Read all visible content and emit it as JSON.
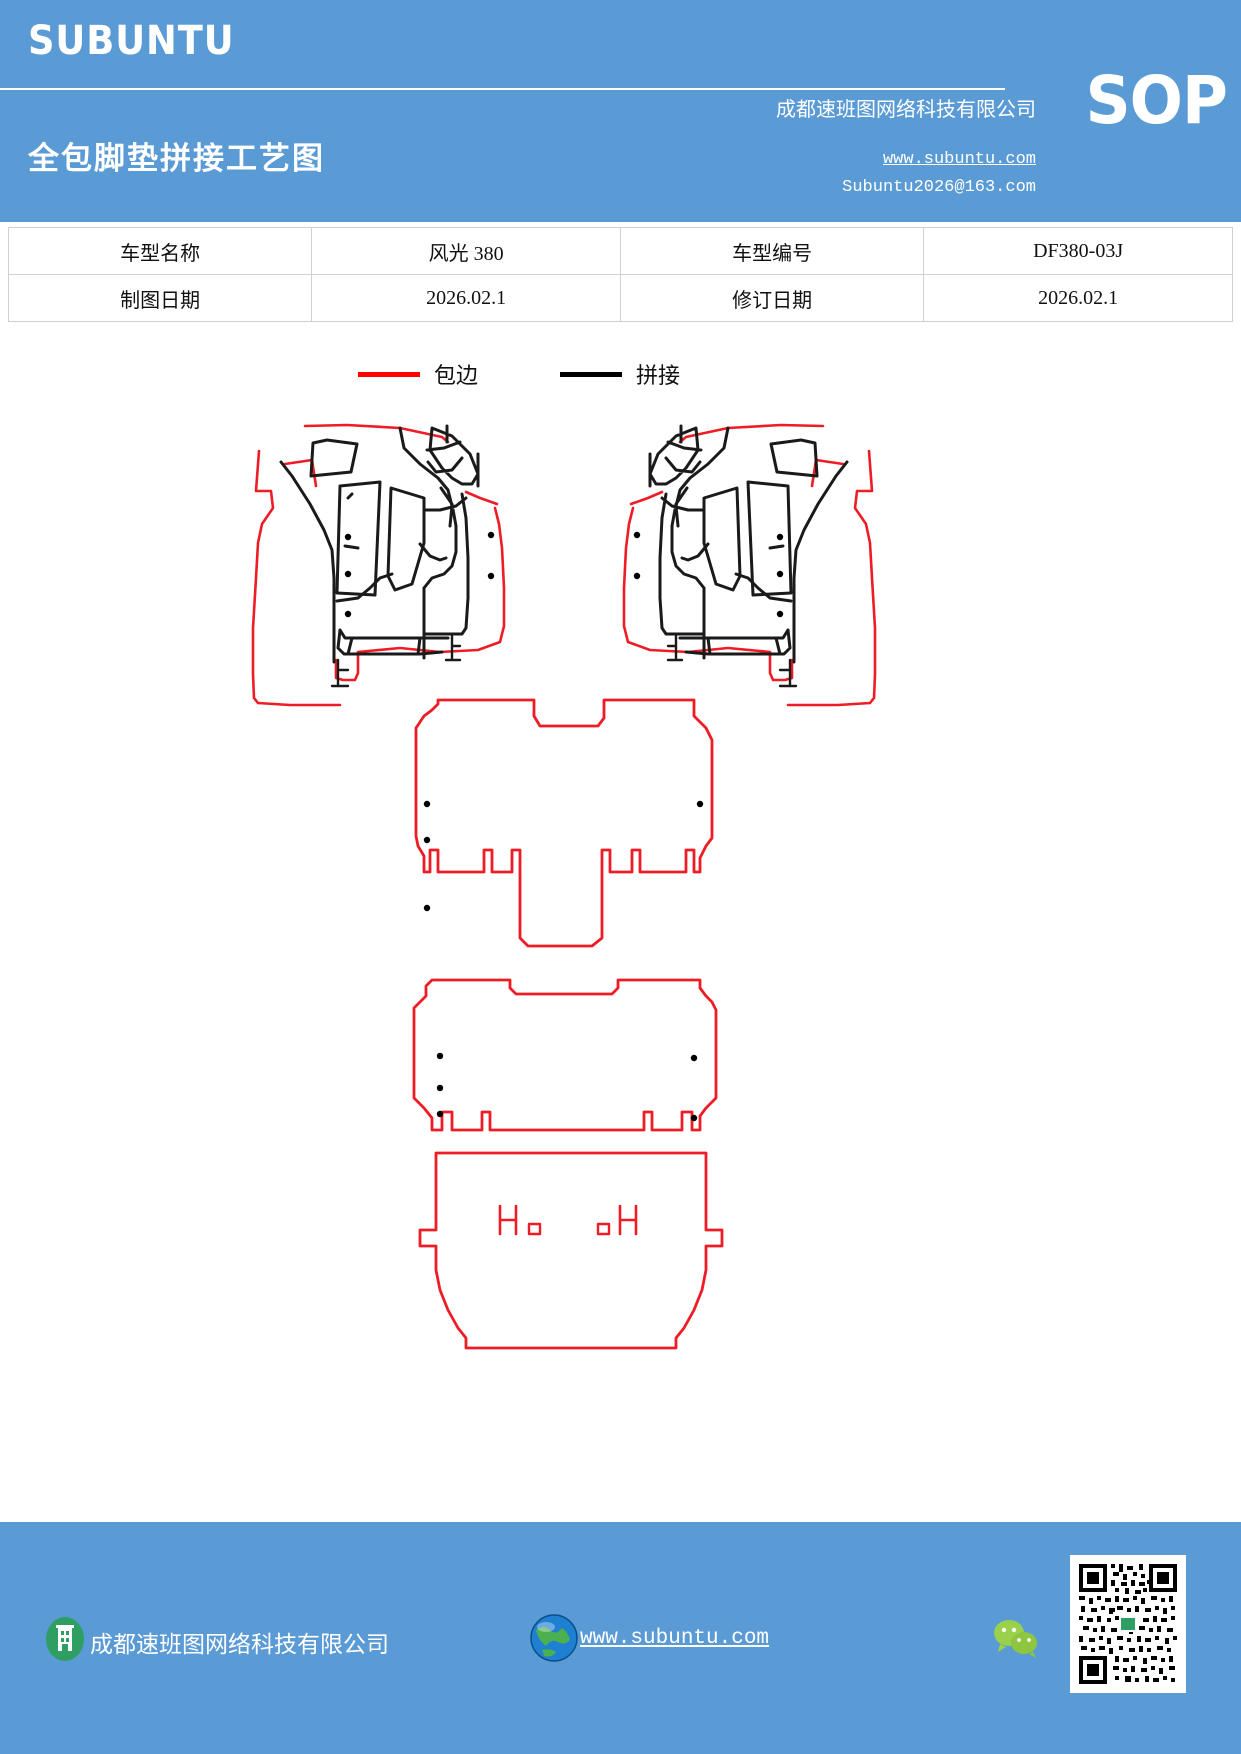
{
  "header": {
    "brand": "SUBUNTU",
    "doc_title": "全包脚垫拼接工艺图",
    "badge": "SOP",
    "company": "成都速班图网络科技有限公司",
    "website": "www.subuntu.com",
    "email": "Subuntu2026@163.com",
    "bg_color": "#5b9bd5"
  },
  "info_table": {
    "rows": [
      {
        "label1": "车型名称",
        "value1": "风光 380",
        "label2": "车型编号",
        "value2": "DF380-03J"
      },
      {
        "label1": "制图日期",
        "value1": "2026.02.1",
        "label2": "修订日期",
        "value2": "2026.02.1"
      }
    ]
  },
  "legend": {
    "items": [
      {
        "label": "包边",
        "color": "#ff0000",
        "icon": "red-line-swatch"
      },
      {
        "label": "拼接",
        "color": "#000000",
        "icon": "black-line-swatch"
      }
    ]
  },
  "drawing": {
    "title": "全包脚垫拼接工艺图",
    "edge_color": "#ee1c25",
    "seam_color": "#1a1a1a",
    "marker_color": "#000000",
    "pieces": [
      {
        "name": "front-left-mat",
        "label": ""
      },
      {
        "name": "front-right-mat",
        "label": ""
      },
      {
        "name": "second-row-mat",
        "label": ""
      },
      {
        "name": "third-row-mat",
        "label": ""
      },
      {
        "name": "trunk-mat",
        "label": ""
      }
    ]
  },
  "footer": {
    "company": "成都速班图网络科技有限公司",
    "website": "www.subuntu.com",
    "bg_color": "#5b9bd5",
    "icons": {
      "building": "building-icon",
      "globe": "globe-icon",
      "wechat": "wechat-icon",
      "qr": "qr-code"
    }
  }
}
